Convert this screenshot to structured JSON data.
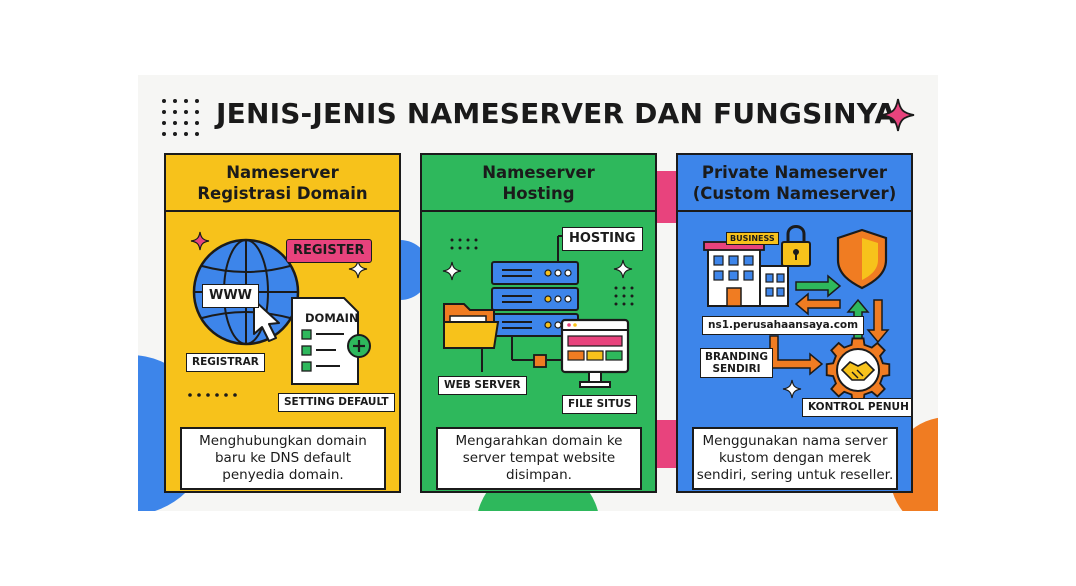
{
  "title": "JENIS-JENIS NAMESERVER DAN FUNGSINYA",
  "colors": {
    "yellow": "#f7c21b",
    "green": "#2eb85c",
    "blue": "#3d85ea",
    "pink": "#e8437d",
    "orange": "#f07c22"
  },
  "panels": [
    {
      "title": "Nameserver\nRegistrasi Domain",
      "labels": {
        "register": "REGISTER",
        "www": "WWW",
        "domain": "DOMAIN",
        "registrar": "REGISTRAR",
        "setting": "SETTING DEFAULT"
      },
      "description": "Menghubungkan domain baru ke DNS default penyedia domain."
    },
    {
      "title": "Nameserver\nHosting",
      "labels": {
        "hosting": "HOSTING",
        "web_server": "WEB SERVER",
        "file_situs": "FILE SITUS"
      },
      "description": "Mengarahkan domain ke server tempat website disimpan."
    },
    {
      "title": "Private Nameserver\n(Custom Nameserver)",
      "labels": {
        "business": "BUSINESS",
        "ns": "ns1.perusahaansaya.com",
        "branding": "BRANDING\nSENDIRI",
        "kontrol": "KONTROL PENUH"
      },
      "description": "Menggunakan nama server kustom dengan merek sendiri, sering untuk reseller."
    }
  ]
}
